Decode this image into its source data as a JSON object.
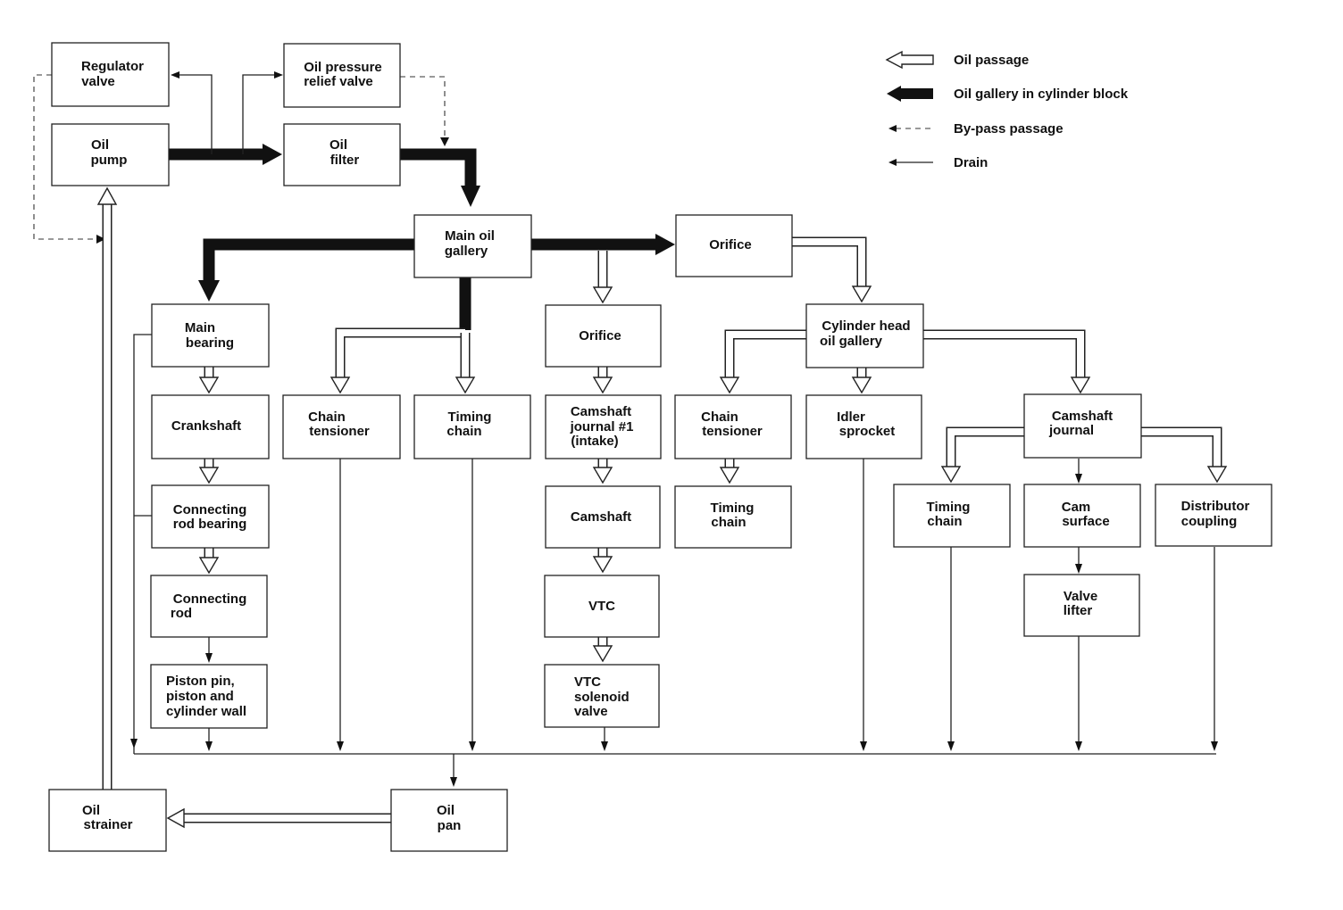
{
  "legend": {
    "oil_passage": "Oil passage",
    "oil_gallery": "Oil gallery in cylinder block",
    "bypass": "By-pass passage",
    "drain": "Drain"
  },
  "boxes": {
    "regulator_valve": [
      "Regulator",
      "valve"
    ],
    "oil_pressure_relief_valve": [
      "Oil pressure",
      "relief valve"
    ],
    "oil_pump": [
      "Oil",
      "pump"
    ],
    "oil_filter": [
      "Oil",
      "filter"
    ],
    "main_oil_gallery": [
      "Main oil",
      "gallery"
    ],
    "orifice_top": [
      "Orifice"
    ],
    "main_bearing": [
      "Main",
      "bearing"
    ],
    "crankshaft": [
      "Crankshaft"
    ],
    "connecting_rod_bearing": [
      "Connecting",
      "rod bearing"
    ],
    "connecting_rod": [
      "Connecting",
      "rod"
    ],
    "piston_pin": [
      "Piston pin,",
      "piston and",
      "cylinder wall"
    ],
    "chain_tensioner_left": [
      "Chain",
      "tensioner"
    ],
    "timing_chain_left": [
      "Timing",
      "chain"
    ],
    "orifice_mid": [
      "Orifice"
    ],
    "camshaft_journal_1": [
      "Camshaft",
      "journal #1",
      "(intake)"
    ],
    "camshaft": [
      "Camshaft"
    ],
    "vtc": [
      "VTC"
    ],
    "vtc_solenoid_valve": [
      "VTC",
      "solenoid",
      "valve"
    ],
    "cylinder_head_oil_gallery": [
      "Cylinder head",
      "oil gallery"
    ],
    "chain_tensioner_right": [
      "Chain",
      "tensioner"
    ],
    "timing_chain_mid": [
      "Timing",
      "chain"
    ],
    "idler_sprocket": [
      "Idler",
      "sprocket"
    ],
    "camshaft_journal": [
      "Camshaft",
      "journal"
    ],
    "timing_chain_right": [
      "Timing",
      "chain"
    ],
    "cam_surface": [
      "Cam",
      "surface"
    ],
    "distributor_coupling": [
      "Distributor",
      "coupling"
    ],
    "valve_lifter": [
      "Valve",
      "lifter"
    ],
    "oil_strainer": [
      "Oil",
      "strainer"
    ],
    "oil_pan": [
      "Oil",
      "pan"
    ]
  }
}
